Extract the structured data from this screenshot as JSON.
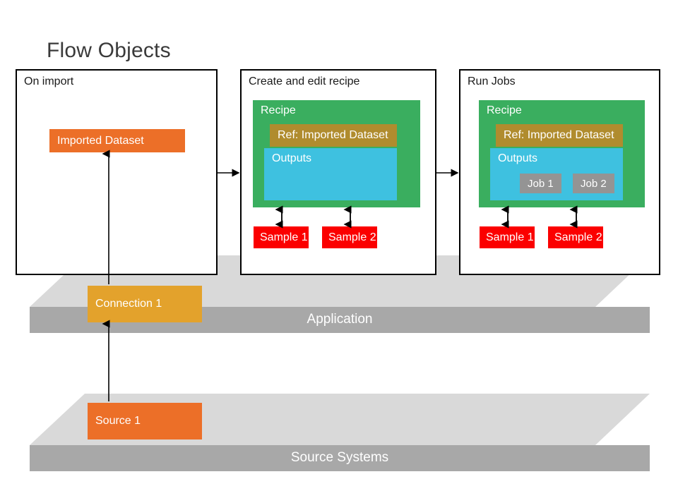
{
  "title": "Flow Objects",
  "colors": {
    "orange": "#ec6f28",
    "green": "#3aae5f",
    "ref_tan": "#b08c2e",
    "outputs_blue": "#3ec1e0",
    "job_gray": "#949494",
    "sample_red": "#fb0000",
    "connection_amber": "#e3a22c",
    "slab_top": "#d9d9d9",
    "slab_front": "#a8a8a8",
    "panel_border": "#000000",
    "text_white": "#ffffff",
    "title_text": "#3a3a3a"
  },
  "panels": [
    {
      "id": "on-import",
      "title": "On import",
      "nodes": {
        "imported_dataset": "Imported Dataset"
      }
    },
    {
      "id": "create-and-edit-recipe",
      "title": "Create and edit recipe",
      "nodes": {
        "recipe": "Recipe",
        "ref": "Ref: Imported Dataset",
        "outputs": "Outputs",
        "sample_1": "Sample 1",
        "sample_2": "Sample 2"
      }
    },
    {
      "id": "run-jobs",
      "title": "Run Jobs",
      "nodes": {
        "recipe": "Recipe",
        "ref": "Ref: Imported Dataset",
        "outputs": "Outputs",
        "job_1": "Job 1",
        "job_2": "Job 2",
        "sample_1": "Sample 1",
        "sample_2": "Sample 2"
      }
    }
  ],
  "platforms": [
    {
      "id": "application",
      "label": "Application",
      "node": "Connection 1"
    },
    {
      "id": "source-systems",
      "label": "Source Systems",
      "node": "Source 1"
    }
  ]
}
